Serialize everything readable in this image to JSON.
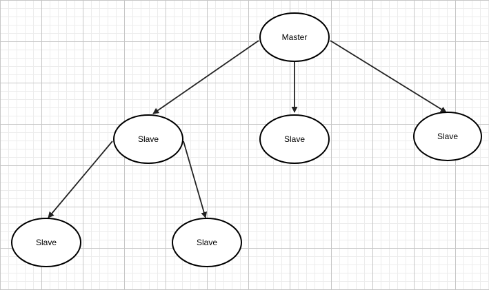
{
  "colors": {
    "grid_major": "#c6c6c6",
    "grid_minor": "#ececec",
    "node_fill": "#ffffff",
    "node_stroke": "#000000",
    "edge": "#222222"
  },
  "nodes": [
    {
      "id": "master",
      "label": "Master"
    },
    {
      "id": "slave-1",
      "label": "Slave"
    },
    {
      "id": "slave-2",
      "label": "Slave"
    },
    {
      "id": "slave-3",
      "label": "Slave"
    },
    {
      "id": "slave-4",
      "label": "Slave"
    },
    {
      "id": "slave-5",
      "label": "Slave"
    }
  ],
  "edges": [
    {
      "from": "master",
      "to": "slave-1"
    },
    {
      "from": "master",
      "to": "slave-2"
    },
    {
      "from": "master",
      "to": "slave-3"
    },
    {
      "from": "slave-1",
      "to": "slave-4"
    },
    {
      "from": "slave-1",
      "to": "slave-5"
    }
  ]
}
